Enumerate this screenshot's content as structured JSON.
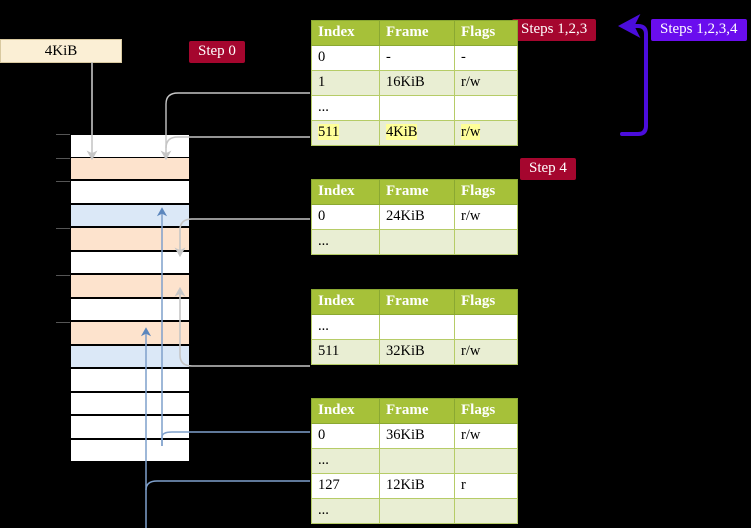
{
  "labels": {
    "kib_box": "4KiB",
    "step0": "Step 0",
    "steps123": "Steps 1,2,3",
    "steps1234": "Steps 1,2,3,4",
    "step4": "Step 4"
  },
  "colors": {
    "crimson": "#a5062e",
    "violet": "#6a0dee",
    "table_header": "#a6c139",
    "table_alt_row": "#e9eed3",
    "highlight": "#ffff99",
    "memory_peach": "#fde3cd",
    "memory_blue": "#dbe8f7",
    "kib_box_bg": "#fbefd5",
    "wire_gray": "#b0b0b0",
    "wire_blue": "#7fa0cc"
  },
  "tables": [
    {
      "name": "pml4-table",
      "headers": [
        "Index",
        "Frame",
        "Flags"
      ],
      "rows": [
        {
          "cells": [
            "0",
            "-",
            "-"
          ],
          "alt": false,
          "highlight": false
        },
        {
          "cells": [
            "1",
            "16KiB",
            "r/w"
          ],
          "alt": true,
          "highlight": false
        },
        {
          "cells": [
            "...",
            "",
            ""
          ],
          "alt": false,
          "highlight": false
        },
        {
          "cells": [
            "511",
            "4KiB",
            "r/w"
          ],
          "alt": true,
          "highlight": true
        }
      ]
    },
    {
      "name": "pdp-table",
      "headers": [
        "Index",
        "Frame",
        "Flags"
      ],
      "rows": [
        {
          "cells": [
            "0",
            "24KiB",
            "r/w"
          ],
          "alt": false,
          "highlight": false
        },
        {
          "cells": [
            "...",
            "",
            ""
          ],
          "alt": true,
          "highlight": false
        }
      ]
    },
    {
      "name": "pd-table",
      "headers": [
        "Index",
        "Frame",
        "Flags"
      ],
      "rows": [
        {
          "cells": [
            "...",
            "",
            ""
          ],
          "alt": false,
          "highlight": false
        },
        {
          "cells": [
            "511",
            "32KiB",
            "r/w"
          ],
          "alt": true,
          "highlight": false
        }
      ]
    },
    {
      "name": "pt-table",
      "headers": [
        "Index",
        "Frame",
        "Flags"
      ],
      "rows": [
        {
          "cells": [
            "0",
            "36KiB",
            "r/w"
          ],
          "alt": false,
          "highlight": false
        },
        {
          "cells": [
            "...",
            "",
            ""
          ],
          "alt": true,
          "highlight": false
        },
        {
          "cells": [
            "127",
            "12KiB",
            "r"
          ],
          "alt": false,
          "highlight": false
        },
        {
          "cells": [
            "...",
            "",
            ""
          ],
          "alt": true,
          "highlight": false
        }
      ]
    }
  ],
  "memory_rows": [
    {
      "fill": "white",
      "tick": true
    },
    {
      "fill": "peach",
      "tick": true
    },
    {
      "fill": "white",
      "tick": true
    },
    {
      "fill": "blue",
      "tick": false
    },
    {
      "fill": "peach",
      "tick": true
    },
    {
      "fill": "white",
      "tick": false
    },
    {
      "fill": "peach",
      "tick": true
    },
    {
      "fill": "white",
      "tick": false
    },
    {
      "fill": "peach",
      "tick": true
    },
    {
      "fill": "blue",
      "tick": false
    },
    {
      "fill": "white",
      "tick": false
    },
    {
      "fill": "white",
      "tick": false
    },
    {
      "fill": "white",
      "tick": false
    },
    {
      "fill": "white",
      "tick": false
    }
  ]
}
